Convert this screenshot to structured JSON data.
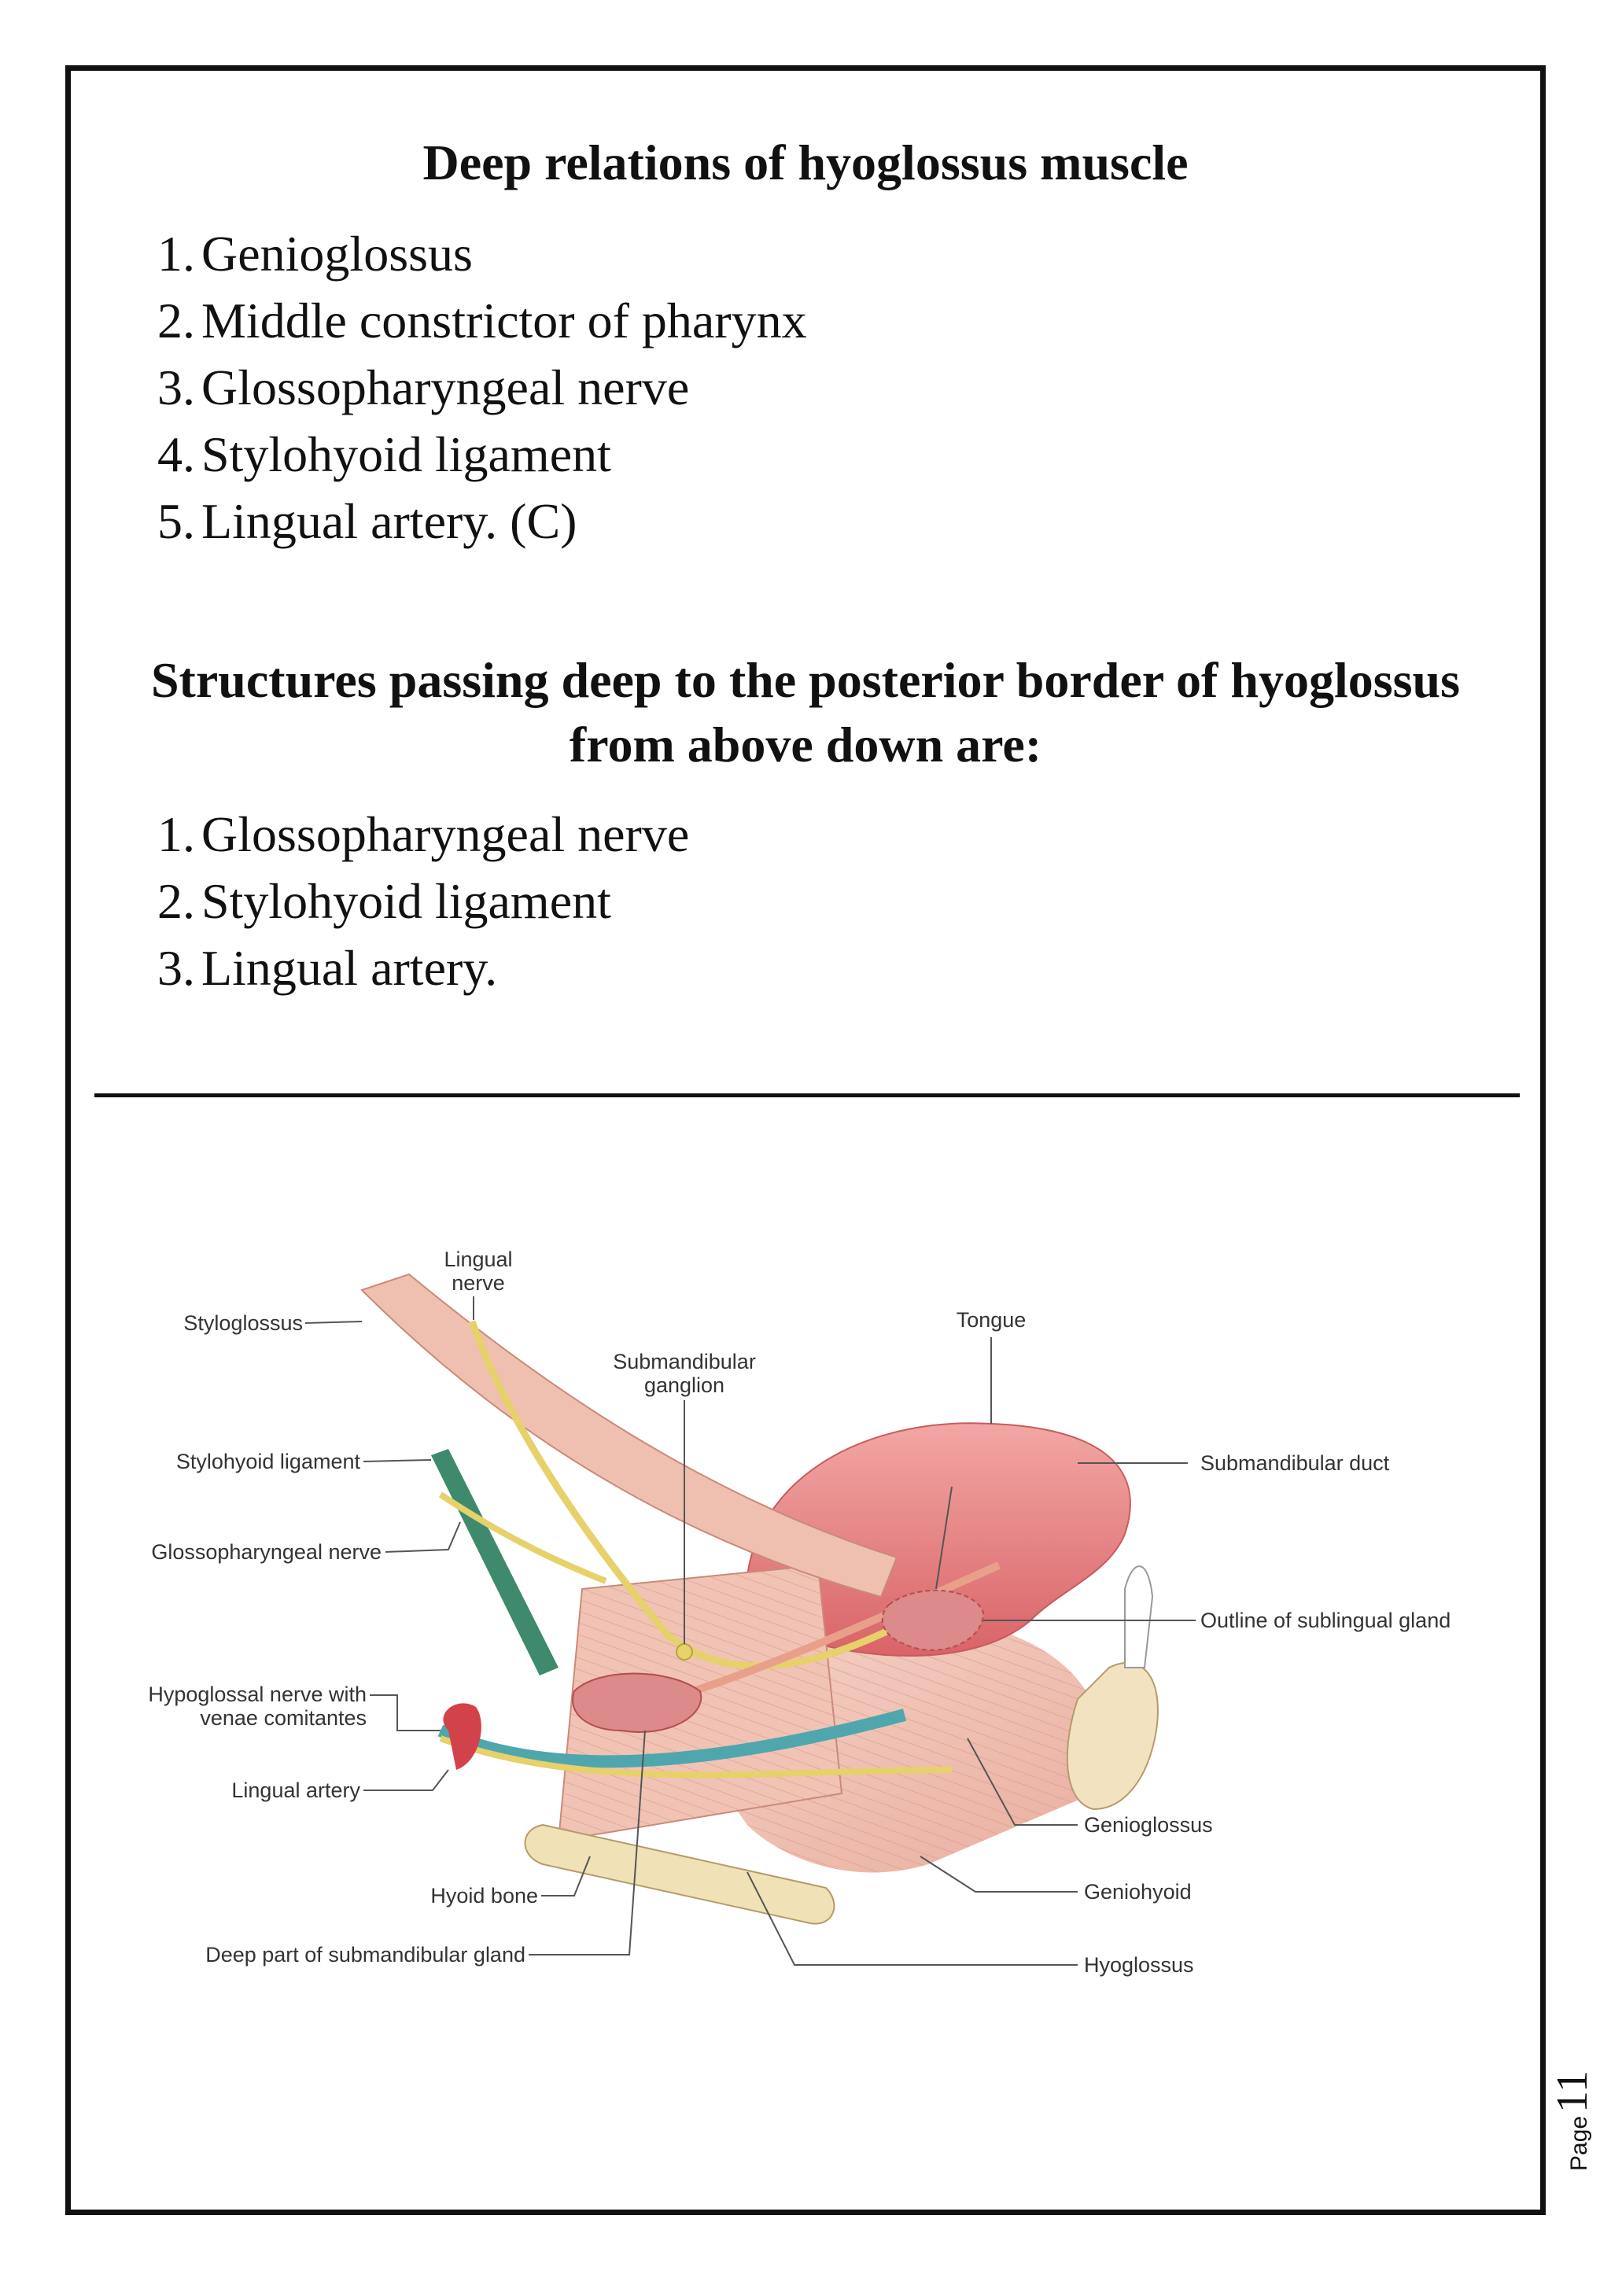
{
  "section1": {
    "title": "Deep relations of hyoglossus muscle",
    "items": [
      {
        "num": "1.",
        "text": "Genioglossus"
      },
      {
        "num": "2.",
        "text": "Middle constrictor of pharynx"
      },
      {
        "num": "3.",
        "text": "Glossopharyngeal nerve"
      },
      {
        "num": "4.",
        "text": "Stylohyoid ligament"
      },
      {
        "num": "5.",
        "text": "Lingual artery. (C)"
      }
    ]
  },
  "section2": {
    "title_line1": "Structures passing deep to the posterior border of hyoglossus",
    "title_line2": "from above down are:",
    "items": [
      {
        "num": "1.",
        "text": "Glossopharyngeal nerve"
      },
      {
        "num": "2.",
        "text": "Stylohyoid ligament"
      },
      {
        "num": "3.",
        "text": "Lingual artery."
      }
    ]
  },
  "figure": {
    "labels": {
      "styloglossus": "Styloglossus",
      "lingual_nerve_1": "Lingual",
      "lingual_nerve_2": "nerve",
      "tongue": "Tongue",
      "submandibular_ganglion_1": "Submandibular",
      "submandibular_ganglion_2": "ganglion",
      "stylohyoid_ligament": "Stylohyoid ligament",
      "submandibular_duct": "Submandibular duct",
      "glossopharyngeal_nerve": "Glossopharyngeal nerve",
      "sublingual_gland": "Outline of sublingual gland",
      "hypoglossal_1": "Hypoglossal nerve with",
      "hypoglossal_2": "venae comitantes",
      "lingual_artery": "Lingual artery",
      "genioglossus": "Genioglossus",
      "hyoid_bone": "Hyoid bone",
      "geniohyoid": "Geniohyoid",
      "deep_submandibular": "Deep part of submandibular gland",
      "hyoglossus": "Hyoglossus"
    }
  },
  "footer": {
    "page_word": "Page",
    "page_number": "11"
  }
}
